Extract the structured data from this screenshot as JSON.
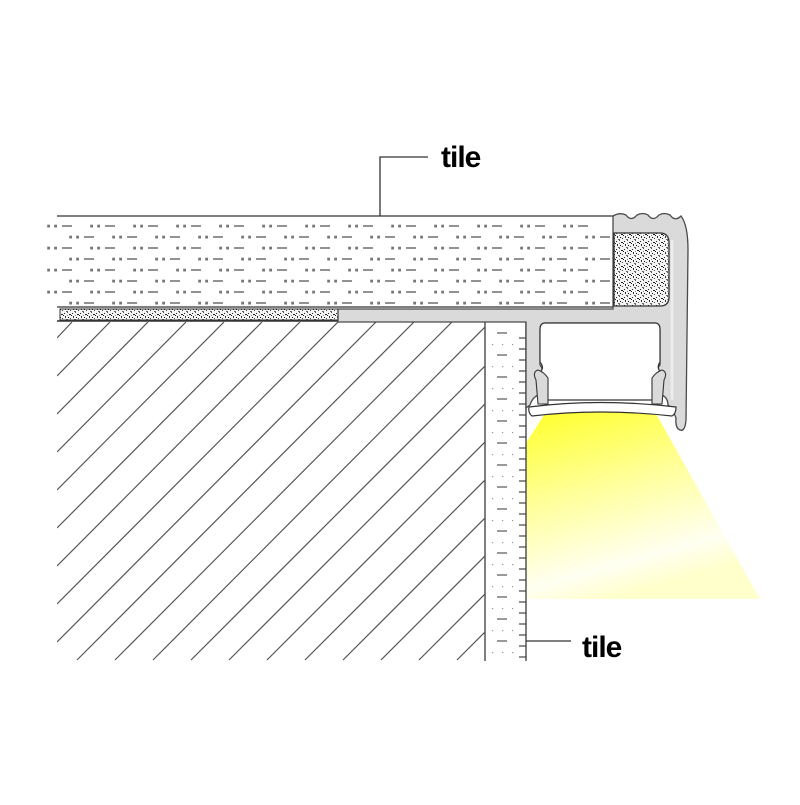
{
  "diagram": {
    "title": "LED aluminium profile for tile edge (cross-section)",
    "labels": {
      "top_tile": "tile",
      "bottom_tile": "tile"
    },
    "colors": {
      "background": "#ffffff",
      "outline": "#4a4a4a",
      "profile_fill": "#d9d9d9",
      "profile_highlight": "#ececec",
      "light_beam_core": "#ffff33",
      "light_beam_fade": "#fffff0",
      "hatch": "#555555",
      "adhesive_speckle": "#333333"
    },
    "components": [
      {
        "name": "horizontal tile",
        "type": "tile layer"
      },
      {
        "name": "adhesive bed",
        "type": "speckled layer"
      },
      {
        "name": "substrate / wall",
        "type": "hatched mass"
      },
      {
        "name": "vertical tile",
        "type": "tile layer"
      },
      {
        "name": "aluminium profile",
        "type": "extrusion"
      },
      {
        "name": "diffuser cover",
        "type": "clip-in cover"
      },
      {
        "name": "LED light beam",
        "type": "light cone"
      }
    ]
  }
}
